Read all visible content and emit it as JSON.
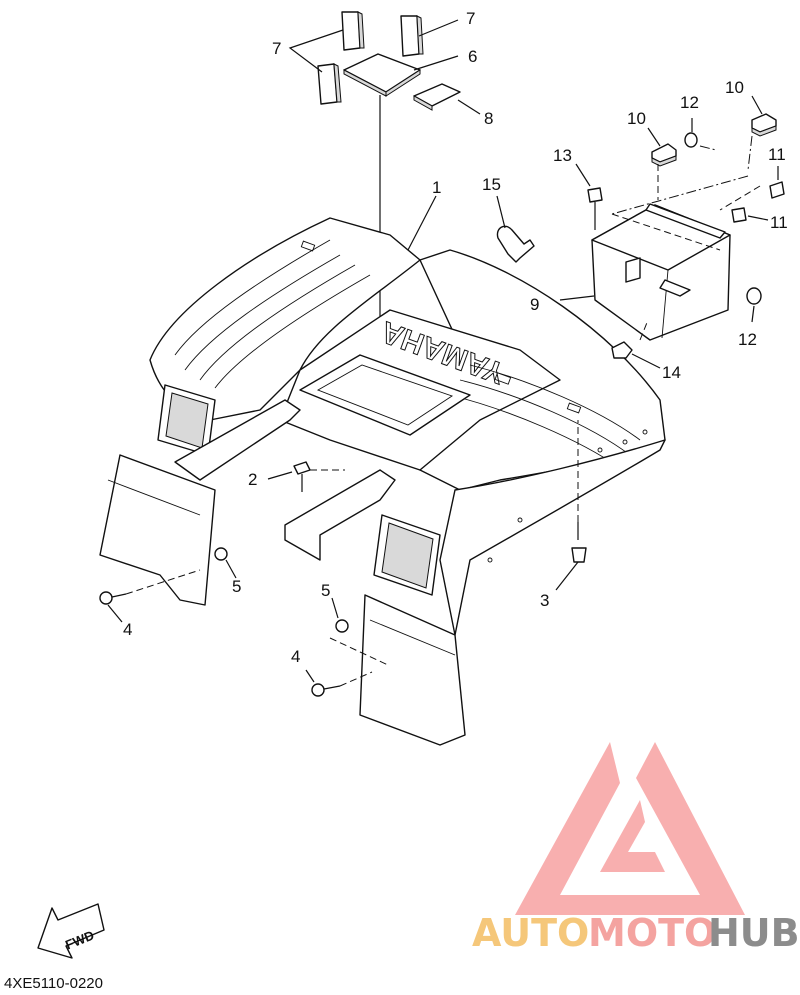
{
  "diagram": {
    "code": "4XE5110-0220",
    "brand_text": "YAMAHA",
    "fwd_text": "FWD",
    "callouts": [
      {
        "id": "c1",
        "text": "1"
      },
      {
        "id": "c2",
        "text": "2"
      },
      {
        "id": "c3",
        "text": "3"
      },
      {
        "id": "c4a",
        "text": "4"
      },
      {
        "id": "c4b",
        "text": "4"
      },
      {
        "id": "c5a",
        "text": "5"
      },
      {
        "id": "c5b",
        "text": "5"
      },
      {
        "id": "c6",
        "text": "6"
      },
      {
        "id": "c7a",
        "text": "7"
      },
      {
        "id": "c7b",
        "text": "7"
      },
      {
        "id": "c8",
        "text": "8"
      },
      {
        "id": "c9",
        "text": "9"
      },
      {
        "id": "c10a",
        "text": "10"
      },
      {
        "id": "c10b",
        "text": "10"
      },
      {
        "id": "c11a",
        "text": "11"
      },
      {
        "id": "c11b",
        "text": "11"
      },
      {
        "id": "c12a",
        "text": "12"
      },
      {
        "id": "c12b",
        "text": "12"
      },
      {
        "id": "c13",
        "text": "13"
      },
      {
        "id": "c14",
        "text": "14"
      },
      {
        "id": "c15",
        "text": "15"
      }
    ]
  },
  "watermark": {
    "word1": "AUTO",
    "word2": "MOTO",
    "word3": "HUB",
    "color1": "#f5c77a",
    "color2": "#f4a3a0",
    "color3": "#8c8c8c",
    "logo_color": "#f7a1a1"
  }
}
